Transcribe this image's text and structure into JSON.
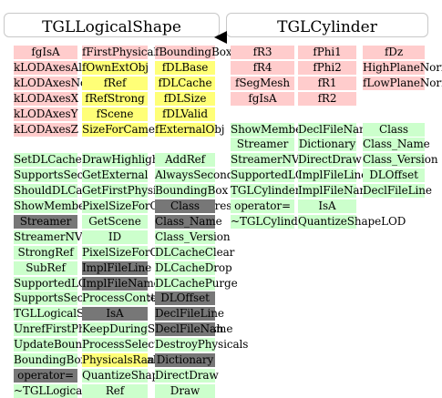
{
  "boxes": [
    {
      "id": "logicalshape",
      "title": "TGLLogicalShape",
      "columns": [
        [
          {
            "t": "fgIsA",
            "c": "pink"
          },
          {
            "t": "kLODAxesAll",
            "c": "pink"
          },
          {
            "t": "kLODAxesNone",
            "c": "pink"
          },
          {
            "t": "kLODAxesX",
            "c": "pink"
          },
          {
            "t": "kLODAxesY",
            "c": "pink"
          },
          {
            "t": "kLODAxesZ",
            "c": "pink"
          },
          {
            "t": "",
            "c": ""
          },
          {
            "t": "SetDLCache",
            "c": "green"
          },
          {
            "t": "SupportsSecondaryPass",
            "c": "green"
          },
          {
            "t": "ShouldDLCache",
            "c": "green"
          },
          {
            "t": "ShowMembers",
            "c": "green"
          },
          {
            "t": "Streamer",
            "c": "gray"
          },
          {
            "t": "StreamerNVirtual",
            "c": "green"
          },
          {
            "t": "StrongRef",
            "c": "green"
          },
          {
            "t": "SubRef",
            "c": "green"
          },
          {
            "t": "SupportedLODAxes",
            "c": "green"
          },
          {
            "t": "SupportsSecondarySelect",
            "c": "green"
          },
          {
            "t": "TGLLogicalShape",
            "c": "green"
          },
          {
            "t": "UnrefFirstPhysical",
            "c": "green"
          },
          {
            "t": "UpdateBoundingBox",
            "c": "green"
          },
          {
            "t": "BoundingBoxesOfPhysicals",
            "c": "green"
          },
          {
            "t": "operator=",
            "c": "gray"
          },
          {
            "t": "~TGLLogicalShape",
            "c": "green"
          }
        ],
        [
          {
            "t": "fFirstPhysical",
            "c": "pink"
          },
          {
            "t": "fOwnExtObj",
            "c": "yellow"
          },
          {
            "t": "fRef",
            "c": "yellow"
          },
          {
            "t": "fRefStrong",
            "c": "yellow"
          },
          {
            "t": "fScene",
            "c": "yellow"
          },
          {
            "t": "SizeForCameraInterest",
            "c": "yellow"
          },
          {
            "t": "",
            "c": ""
          },
          {
            "t": "DrawHighlight",
            "c": "green"
          },
          {
            "t": "GetExternal",
            "c": "green"
          },
          {
            "t": "GetFirstPhysical",
            "c": "green"
          },
          {
            "t": "PixelSizeForCameraInterest",
            "c": "green"
          },
          {
            "t": "GetScene",
            "c": "green"
          },
          {
            "t": "ID",
            "c": "green"
          },
          {
            "t": "PixelSizeForOfInterest",
            "c": "green"
          },
          {
            "t": "ImplFileLine",
            "c": "gray"
          },
          {
            "t": "ImplFileName",
            "c": "gray"
          },
          {
            "t": "ProcessContextMenu",
            "c": "green"
          },
          {
            "t": "IsA",
            "c": "gray"
          },
          {
            "t": "KeepDuringSmartRefresh",
            "c": "green"
          },
          {
            "t": "ProcessSelection",
            "c": "green"
          },
          {
            "t": "PhysicalsRange",
            "c": "yellow"
          },
          {
            "t": "QuantizeShapeLOD",
            "c": "green"
          },
          {
            "t": "Ref",
            "c": "green"
          }
        ],
        [
          {
            "t": "fBoundingBox",
            "c": "pink"
          },
          {
            "t": "fDLBase",
            "c": "yellow"
          },
          {
            "t": "fDLCache",
            "c": "yellow"
          },
          {
            "t": "fDLSize",
            "c": "yellow"
          },
          {
            "t": "fDLValid",
            "c": "yellow"
          },
          {
            "t": "fExternalObj",
            "c": "yellow"
          },
          {
            "t": "",
            "c": ""
          },
          {
            "t": "AddRef",
            "c": "green"
          },
          {
            "t": "AlwaysSecondarySelect",
            "c": "green"
          },
          {
            "t": "BoundingBox",
            "c": "green"
          },
          {
            "t": "Class",
            "c": "gray"
          },
          {
            "t": "Class_Name",
            "c": "gray"
          },
          {
            "t": "Class_Version",
            "c": "green"
          },
          {
            "t": "DLCacheClear",
            "c": "green"
          },
          {
            "t": "DLCacheDrop",
            "c": "green"
          },
          {
            "t": "DLCachePurge",
            "c": "green"
          },
          {
            "t": "DLOffset",
            "c": "gray"
          },
          {
            "t": "DeclFileLine",
            "c": "gray"
          },
          {
            "t": "DeclFileName",
            "c": "gray"
          },
          {
            "t": "DestroyPhysicals",
            "c": "green"
          },
          {
            "t": "Dictionary",
            "c": "gray"
          },
          {
            "t": "DirectDraw",
            "c": "green"
          },
          {
            "t": "Draw",
            "c": "green"
          }
        ]
      ]
    },
    {
      "id": "cylinder",
      "title": "TGLCylinder",
      "columns": [
        [
          {
            "t": "fR3",
            "c": "pink"
          },
          {
            "t": "fR4",
            "c": "pink"
          },
          {
            "t": "fSegMesh",
            "c": "pink"
          },
          {
            "t": "fgIsA",
            "c": "pink"
          },
          {
            "t": "",
            "c": ""
          },
          {
            "t": "ShowMembers",
            "c": "green"
          },
          {
            "t": "Streamer",
            "c": "green"
          },
          {
            "t": "StreamerNVirtual",
            "c": "green"
          },
          {
            "t": "SupportedLODAxes",
            "c": "green"
          },
          {
            "t": "TGLCylinder",
            "c": "green"
          },
          {
            "t": "operator=",
            "c": "green"
          },
          {
            "t": "~TGLCylinder",
            "c": "green"
          }
        ],
        [
          {
            "t": "fPhi1",
            "c": "pink"
          },
          {
            "t": "fPhi2",
            "c": "pink"
          },
          {
            "t": "fR1",
            "c": "pink"
          },
          {
            "t": "fR2",
            "c": "pink"
          },
          {
            "t": "",
            "c": ""
          },
          {
            "t": "DeclFileName",
            "c": "green"
          },
          {
            "t": "Dictionary",
            "c": "green"
          },
          {
            "t": "DirectDraw",
            "c": "green"
          },
          {
            "t": "ImplFileLine",
            "c": "green"
          },
          {
            "t": "ImplFileName",
            "c": "green"
          },
          {
            "t": "IsA",
            "c": "green"
          },
          {
            "t": "QuantizeShapeLOD",
            "c": "green"
          }
        ],
        [
          {
            "t": "fDz",
            "c": "pink"
          },
          {
            "t": "HighPlaneNorm",
            "c": "pink"
          },
          {
            "t": "fLowPlaneNorm",
            "c": "pink"
          },
          {
            "t": "",
            "c": ""
          },
          {
            "t": "",
            "c": ""
          },
          {
            "t": "Class",
            "c": "green"
          },
          {
            "t": "Class_Name",
            "c": "green"
          },
          {
            "t": "Class_Version",
            "c": "green"
          },
          {
            "t": "DLOffset",
            "c": "green"
          },
          {
            "t": "DeclFileLine",
            "c": "green"
          }
        ]
      ]
    }
  ]
}
